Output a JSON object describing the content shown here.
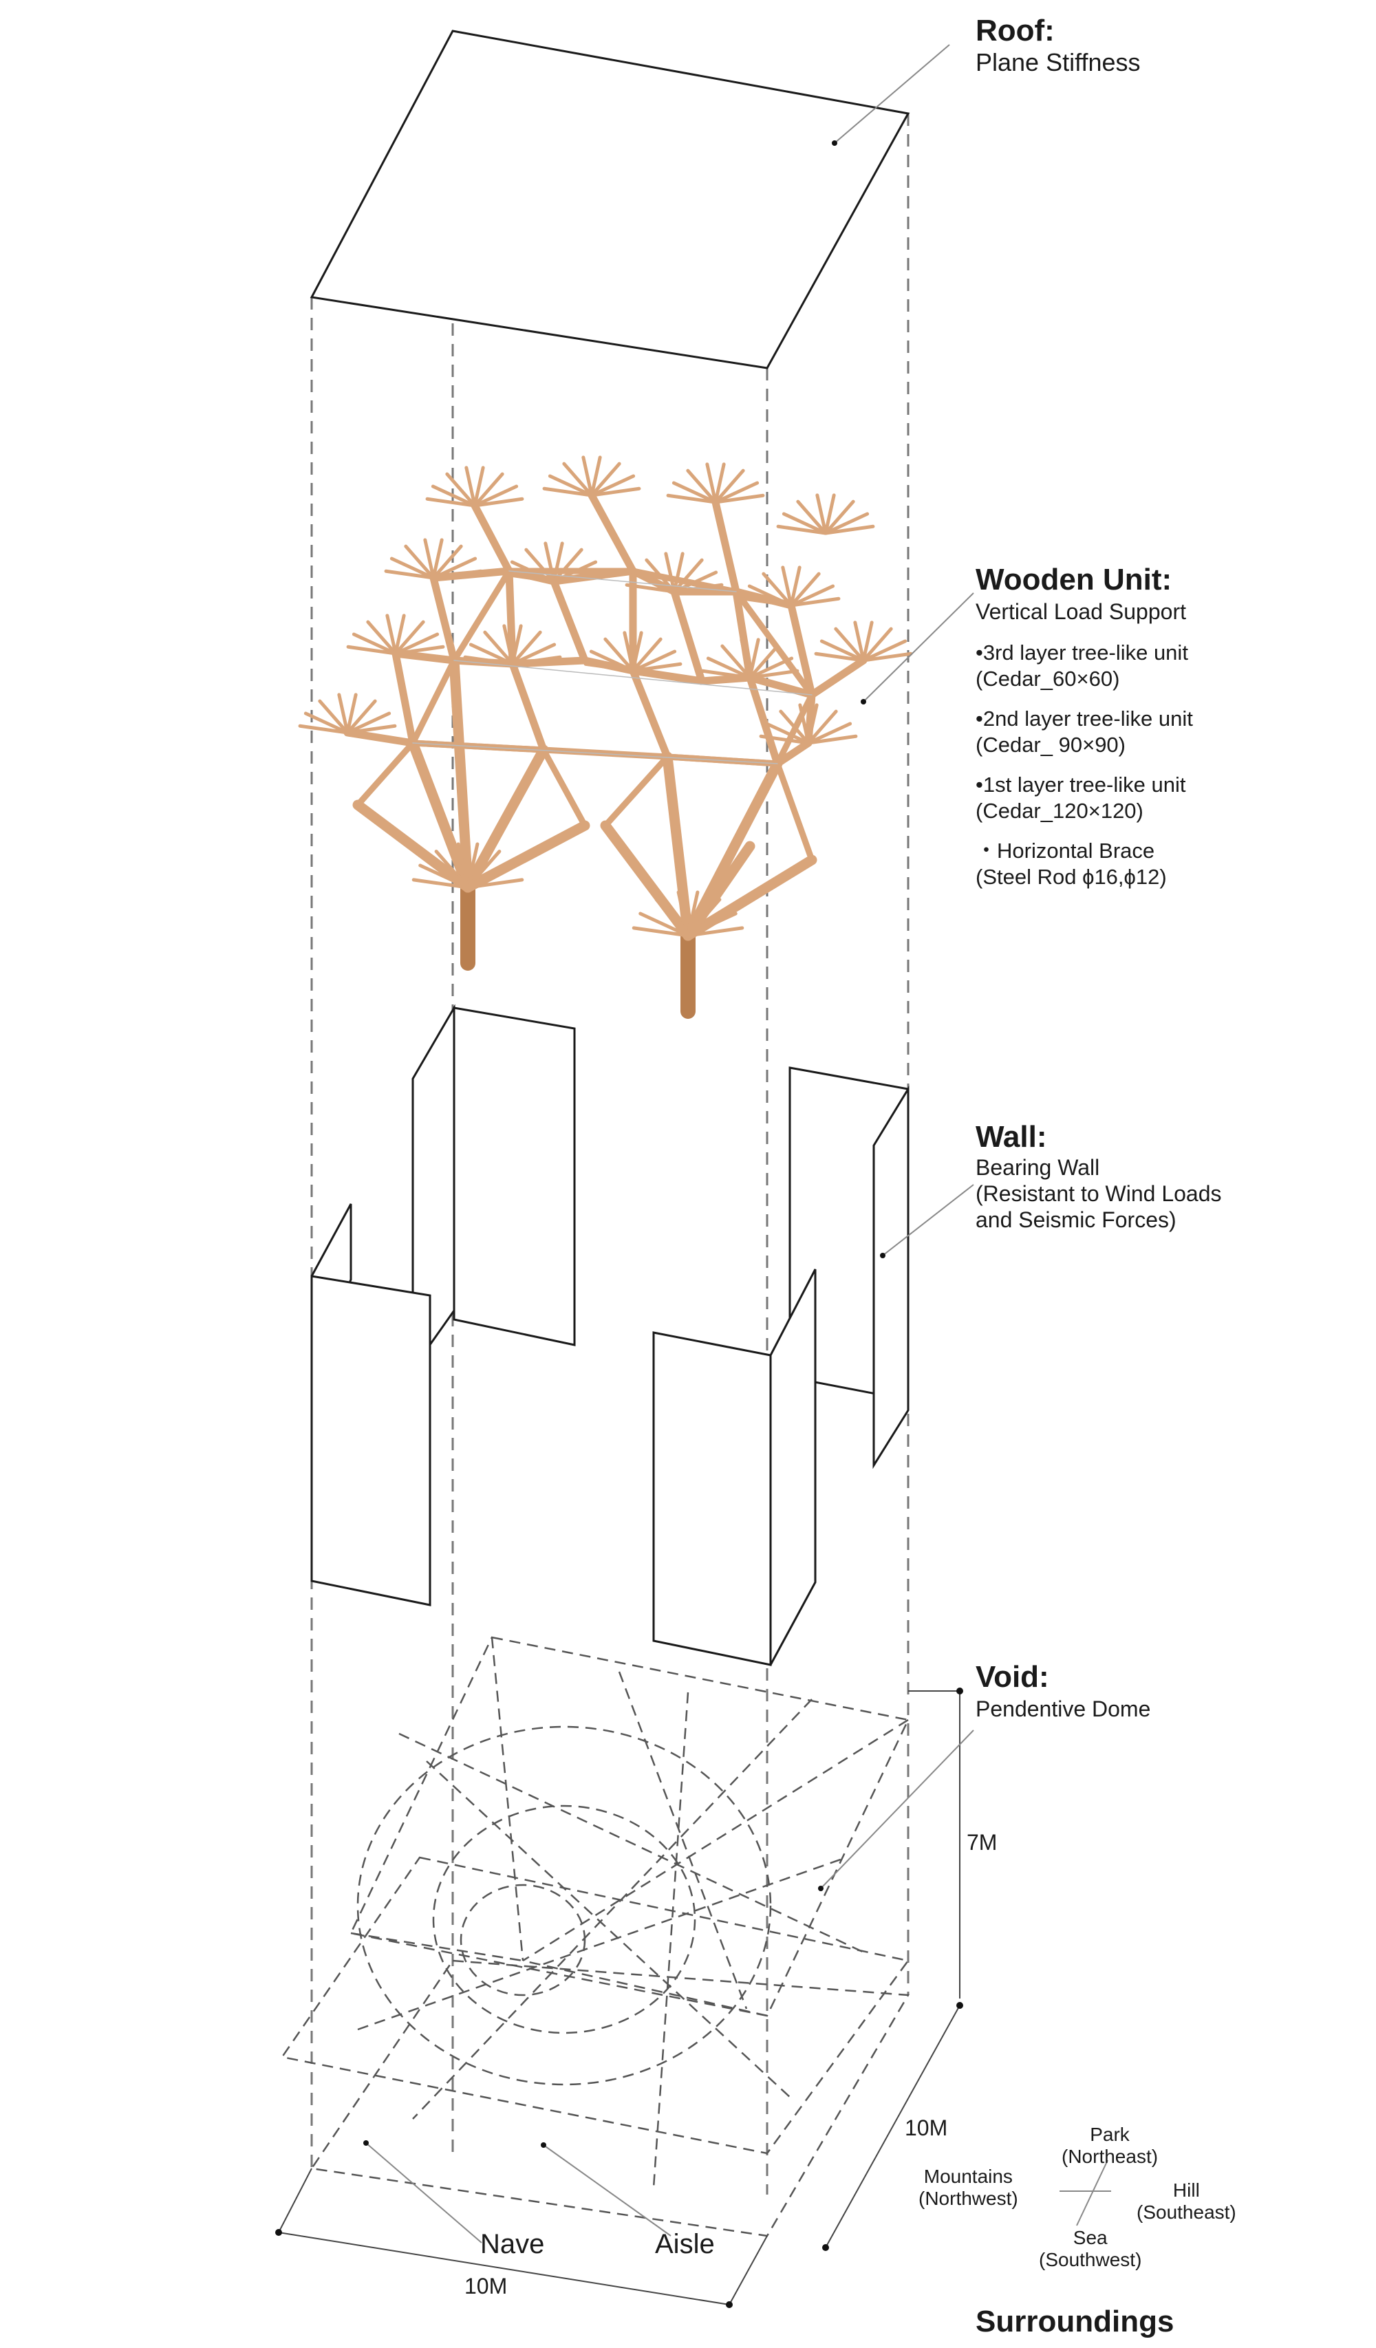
{
  "annotations": {
    "roof": {
      "title": "Roof:",
      "subtitle": "Plane Stiffness"
    },
    "wooden_unit": {
      "title": "Wooden Unit:",
      "subtitle": "Vertical Load Support",
      "items": [
        "•3rd layer tree-like unit\n(Cedar_60×60)",
        "•2nd layer  tree-like unit\n(Cedar_ 90×90)",
        "•1st layer  tree-like unit\n(Cedar_120×120)",
        "・Horizontal Brace\n(Steel Rod ϕ16,ϕ12)"
      ]
    },
    "wall": {
      "title": "Wall:",
      "subtitle": "Bearing Wall\n(Resistant to Wind Loads\nand Seismic Forces)"
    },
    "void": {
      "title": "Void:",
      "subtitle": "Pendentive Dome"
    }
  },
  "dimensions": {
    "height": "7M",
    "depth": "10M",
    "width": "10M"
  },
  "space_labels": {
    "nave": "Nave",
    "aisle": "Aisle"
  },
  "surroundings": {
    "title": "Surroundings",
    "park": "Park\n(Northeast)",
    "mountains": "Mountains\n(Northwest)",
    "hill": "Hill\n(Southeast)",
    "sea": "Sea\n(Southwest)"
  },
  "colors": {
    "line": "#1a1a1a",
    "dash": "#666666",
    "wood": "#d9a57a",
    "wood_dark": "#b97f4f"
  }
}
